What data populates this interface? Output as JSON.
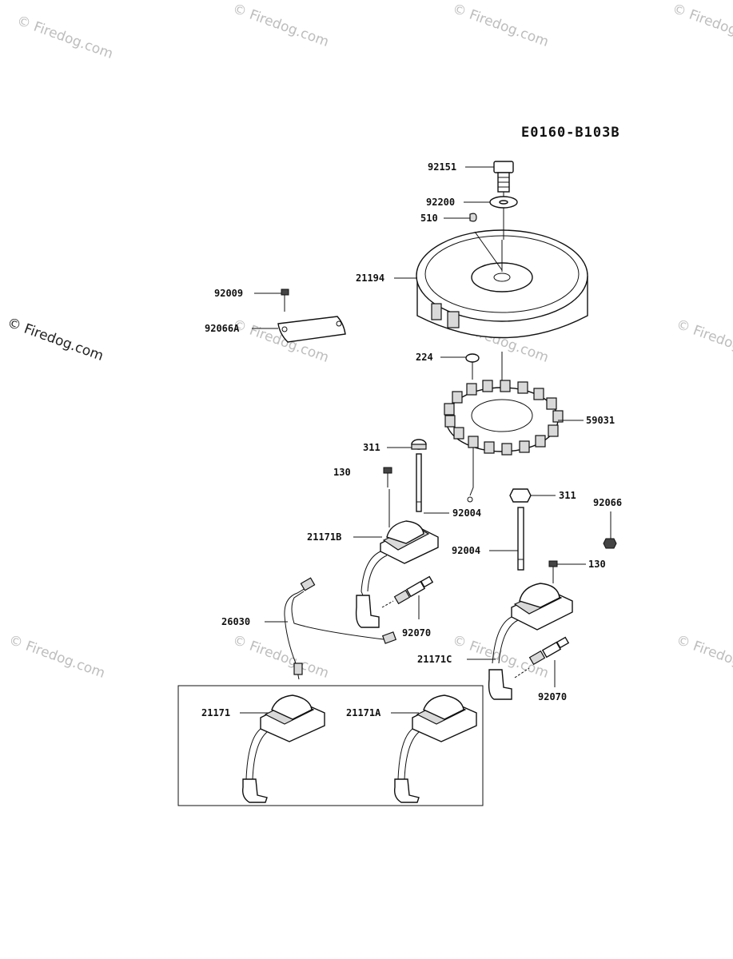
{
  "diagram_code": "E0160-B103B",
  "watermark": "© Firedog.com",
  "labels": {
    "p92151": "92151",
    "p92200": "92200",
    "p510": "510",
    "p21194": "21194",
    "p92009": "92009",
    "p92066A": "92066A",
    "p224": "224",
    "p59031": "59031",
    "p311a": "311",
    "p130a": "130",
    "p92004a": "92004",
    "p21171B": "21171B",
    "p311b": "311",
    "p92066": "92066",
    "p92004b": "92004",
    "p130b": "130",
    "p26030": "26030",
    "p92070a": "92070",
    "p21171C": "21171C",
    "p92070b": "92070",
    "p21171": "21171",
    "p21171A": "21171A"
  }
}
